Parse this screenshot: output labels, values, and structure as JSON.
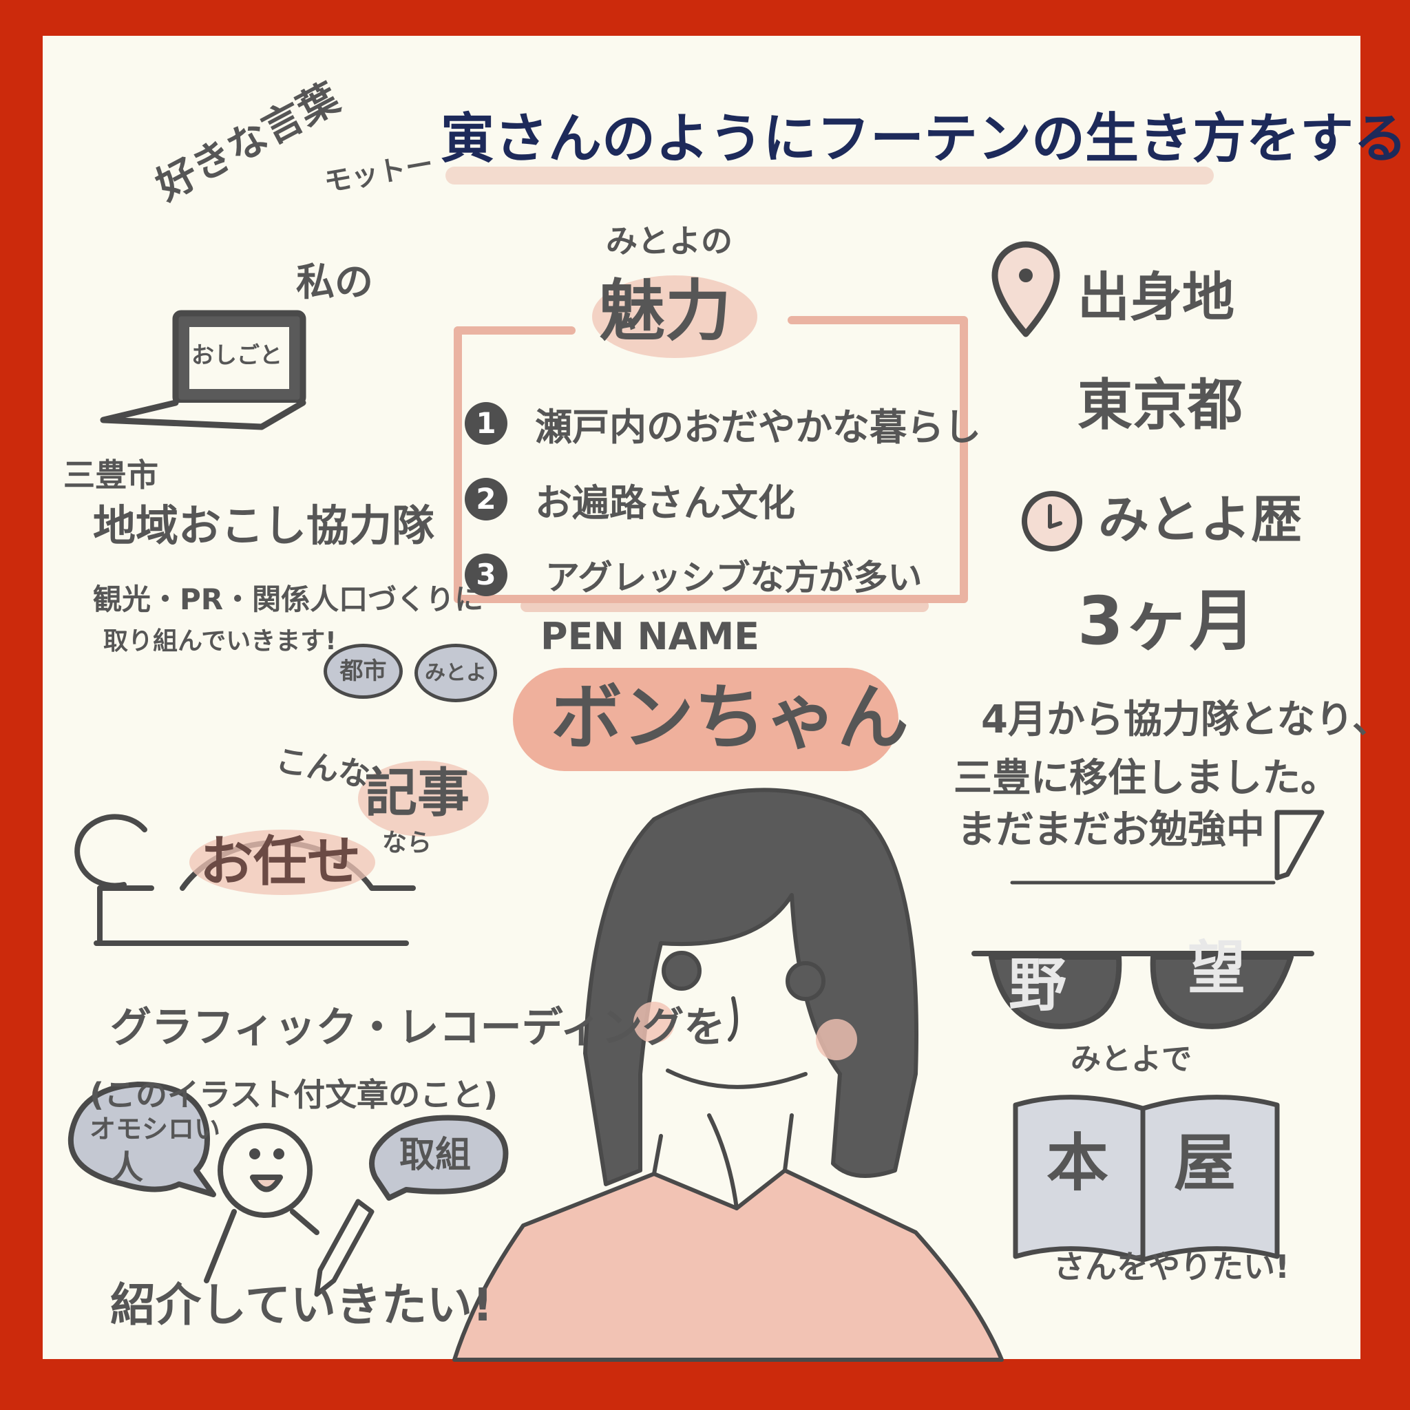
{
  "colors": {
    "border": "#cc2a0c",
    "paper": "#fbfaf0",
    "ink": "#565656",
    "title_ink": "#1d2a5a",
    "accent_pink": "#f0b3a0",
    "gray_wash": "#c4c8d2"
  },
  "motto": {
    "label": "好きな言葉",
    "sublabel": "モットー",
    "text": "寅さんのようにフーテンの生き方をする"
  },
  "job": {
    "heading": "私の",
    "laptop_screen": "おしごと",
    "city": "三豊市",
    "role": "地域おこし協力隊",
    "description_line1": "観光・PR・関係人口づくりに",
    "description_line2": "取り組んでいきます!",
    "bubble_city": "都市",
    "bubble_mitoyo": "みとよ"
  },
  "charm": {
    "heading_small": "みとよの",
    "heading": "魅力",
    "items": [
      {
        "number": "1",
        "text": "瀬戸内のおだやかな暮らし"
      },
      {
        "number": "2",
        "text": "お遍路さん文化"
      },
      {
        "number": "3",
        "text": "アグレッシブな方が多い"
      }
    ]
  },
  "hometown": {
    "label": "出身地",
    "value": "東京都",
    "icon": "map-pin-icon"
  },
  "history": {
    "label": "みとよ歴",
    "value": "3ヶ月",
    "icon": "clock-icon",
    "note_line1": "4月から協力隊となり、",
    "note_line2": "三豊に移住しました。",
    "note_line3": "まだまだお勉強中"
  },
  "pen_name": {
    "label": "PEN NAME",
    "value": "ボンちゃん"
  },
  "articles": {
    "prefix": "こんな",
    "highlight": "記事",
    "suffix": "なら",
    "main": "お任せ"
  },
  "ambition": {
    "label_1": "野",
    "label_2": "望",
    "prefix": "みとよで",
    "book_left": "本",
    "book_right": "屋",
    "suffix": "さんをやりたい!"
  },
  "graphic_recording": {
    "line1": "グラフィック・レコーディングを",
    "line2": "(このイラスト付文章のこと)",
    "bubble_left_line1": "オモシロい",
    "bubble_left_line2": "人",
    "bubble_right": "取組",
    "line3": "紹介していきたい!"
  }
}
